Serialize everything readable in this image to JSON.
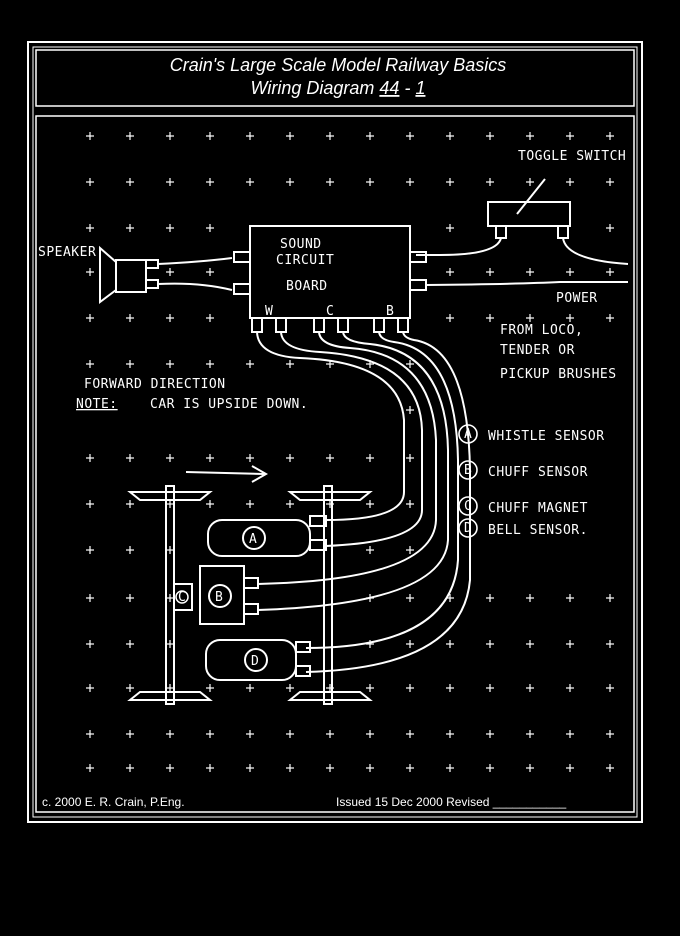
{
  "header": {
    "title_line1": "Crain's Large Scale Model Railway Basics",
    "title_line2_prefix": "Wiring Diagram ",
    "diagram_number": "44",
    "diagram_sep": " - ",
    "diagram_sheet": "1"
  },
  "labels": {
    "toggle_switch": "TOGGLE SWITCH",
    "speaker": "SPEAKER",
    "board_line1": "SOUND",
    "board_line2": "CIRCUIT",
    "board_line3": "BOARD",
    "terminal_w": "W",
    "terminal_c": "C",
    "terminal_b": "B",
    "power": "POWER",
    "pickup_line1": "FROM LOCO,",
    "pickup_line2": "TENDER OR",
    "pickup_line3": "PICKUP BRUSHES",
    "forward_direction": "FORWARD DIRECTION",
    "note_label": "NOTE:",
    "note_text": "CAR IS UPSIDE DOWN."
  },
  "legend": [
    {
      "key": "A",
      "text": "WHISTLE SENSOR"
    },
    {
      "key": "B",
      "text": "CHUFF SENSOR"
    },
    {
      "key": "C",
      "text": "CHUFF MAGNET"
    },
    {
      "key": "D",
      "text": "BELL SENSOR."
    }
  ],
  "components": {
    "sensor_a": "A",
    "sensor_b": "B",
    "magnet_c": "C",
    "sensor_d": "D"
  },
  "footer": {
    "copyright": "c. 2000 E. R. Crain, P.Eng.",
    "issued": "Issued 15 Dec 2000 Revised ___________"
  },
  "colors": {
    "background": "#000000",
    "ink": "#ffffff"
  }
}
